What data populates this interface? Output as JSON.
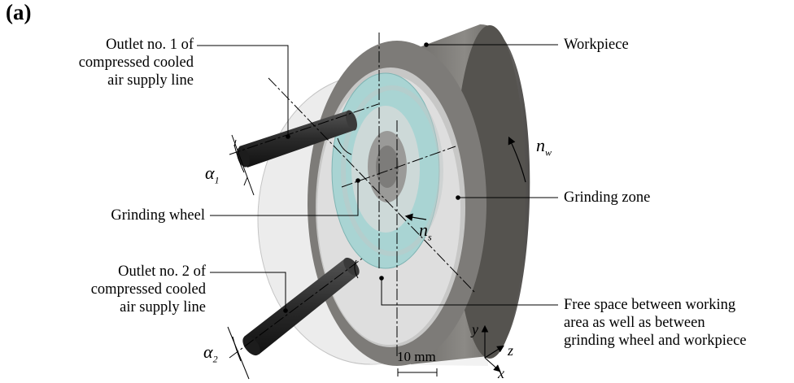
{
  "panel_label": "(a)",
  "labels": {
    "outlet1": [
      "Outlet no. 1 of",
      "compressed cooled",
      "air supply line"
    ],
    "grinding_wheel": "Grinding wheel",
    "outlet2": [
      "Outlet no. 2 of",
      "compressed cooled",
      "air supply line"
    ],
    "workpiece": "Workpiece",
    "grinding_zone": "Grinding zone",
    "free_space": [
      "Free space between working",
      "area as well as between",
      "grinding wheel and workpiece"
    ]
  },
  "symbols": {
    "n_w": [
      "n",
      "w"
    ],
    "n_s": [
      "n",
      "s"
    ],
    "alpha1": [
      "α",
      "1"
    ],
    "alpha2": [
      "α",
      "2"
    ]
  },
  "scale_bar": "10 mm",
  "axes": {
    "x": "x",
    "y": "y",
    "z": "z"
  },
  "colors": {
    "workpiece_body": "#7d7b78",
    "grinding_wheel": "#a9d4d3",
    "nozzle": "#2f2f2f",
    "transparent_housing": "#d9d9d9"
  }
}
